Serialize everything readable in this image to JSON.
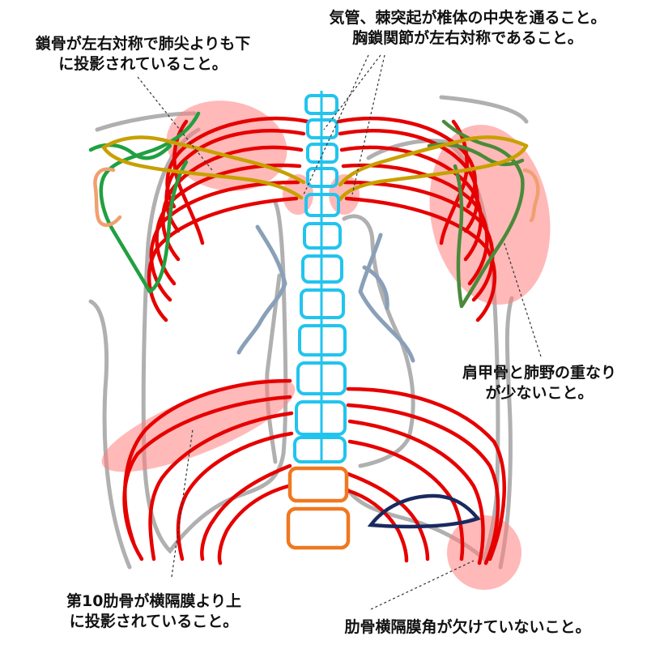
{
  "labels": {
    "clavicle": {
      "line1": "鎖骨が左右対称で肺尖よりも下",
      "line2": "に投影されていること。"
    },
    "trachea": {
      "line1": "気管、棘突起が椎体の中央を通ること。",
      "line2": "胸鎖関節が左右対称であること。"
    },
    "scapula": {
      "line1": "肩甲骨と肺野の重なり",
      "line2": "が少ないこと。"
    },
    "rib10": {
      "line1": "第10肋骨が横隔膜より上",
      "line2": "に投影されていること。"
    },
    "costophrenic": {
      "line1": "肋骨横隔膜角が欠けていないこと。"
    }
  },
  "colors": {
    "ribs": "#e60000",
    "spine": "#22c4ee",
    "lumbar": "#f07820",
    "clavicle": "#c8a000",
    "scapula_left": "#20a040",
    "scapula_right": "#4a8a3a",
    "humerus": "#f0a070",
    "body_outline": "#b0b0b0",
    "mediastinum": "#8aa0b8",
    "diaphragm_bubble": "#1a2a60",
    "highlight": "#ff8080",
    "leader": "#333333"
  }
}
